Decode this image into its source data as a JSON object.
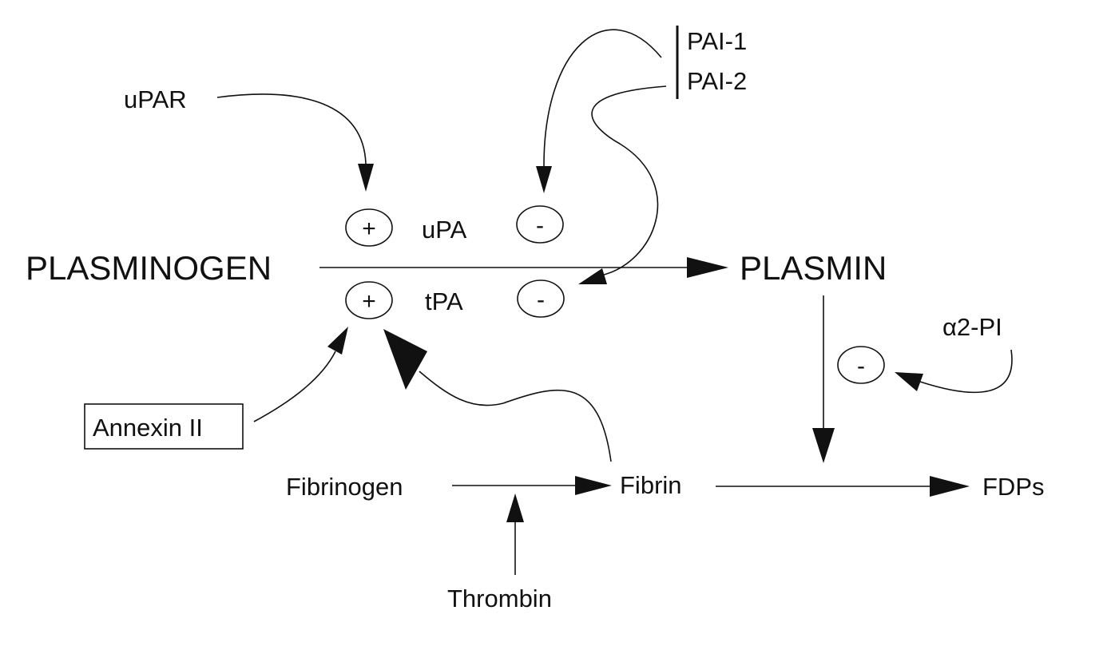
{
  "nodes": {
    "plasminogen": "PLASMINOGEN",
    "plasmin": "PLASMIN",
    "upar": "uPAR",
    "upa": "uPA",
    "tpa": "tPA",
    "pai1": "PAI-1",
    "pai2": "PAI-2",
    "annexin": "Annexin II",
    "fibrinogen": "Fibrinogen",
    "fibrin": "Fibrin",
    "thrombin": "Thrombin",
    "fdps": "FDPs",
    "a2pi": "α2-PI"
  },
  "symbols": {
    "plus": "+",
    "minus": "-"
  },
  "colors": {
    "ink": "#111111",
    "background": "#ffffff"
  }
}
